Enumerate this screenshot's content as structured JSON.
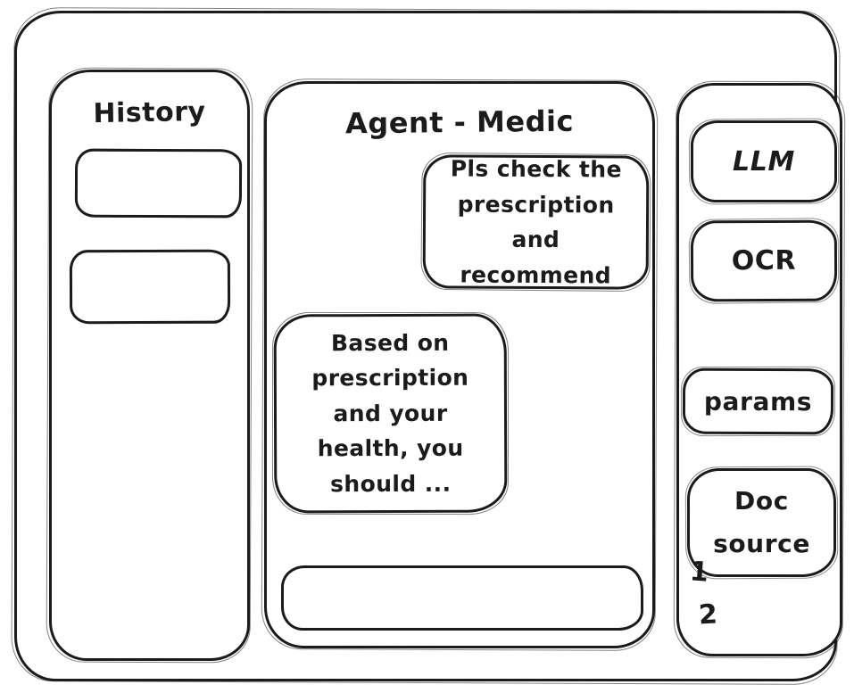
{
  "colors": {
    "ink": "#1b1b1b",
    "background": "#ffffff"
  },
  "history_panel": {
    "title": "History"
  },
  "chat": {
    "title": "Agent - Medic",
    "messages": [
      {
        "role": "user",
        "text": "Pls check the prescription and recommend"
      },
      {
        "role": "assistant",
        "text": "Based on prescription and your health, you should ..."
      }
    ],
    "input_value": "",
    "input_placeholder": ""
  },
  "tools_panel": {
    "buttons": [
      {
        "label": "LLM"
      },
      {
        "label": "OCR"
      },
      {
        "label": "params"
      },
      {
        "label": "Doc source"
      }
    ],
    "doc_list": [
      "1",
      "2"
    ]
  }
}
